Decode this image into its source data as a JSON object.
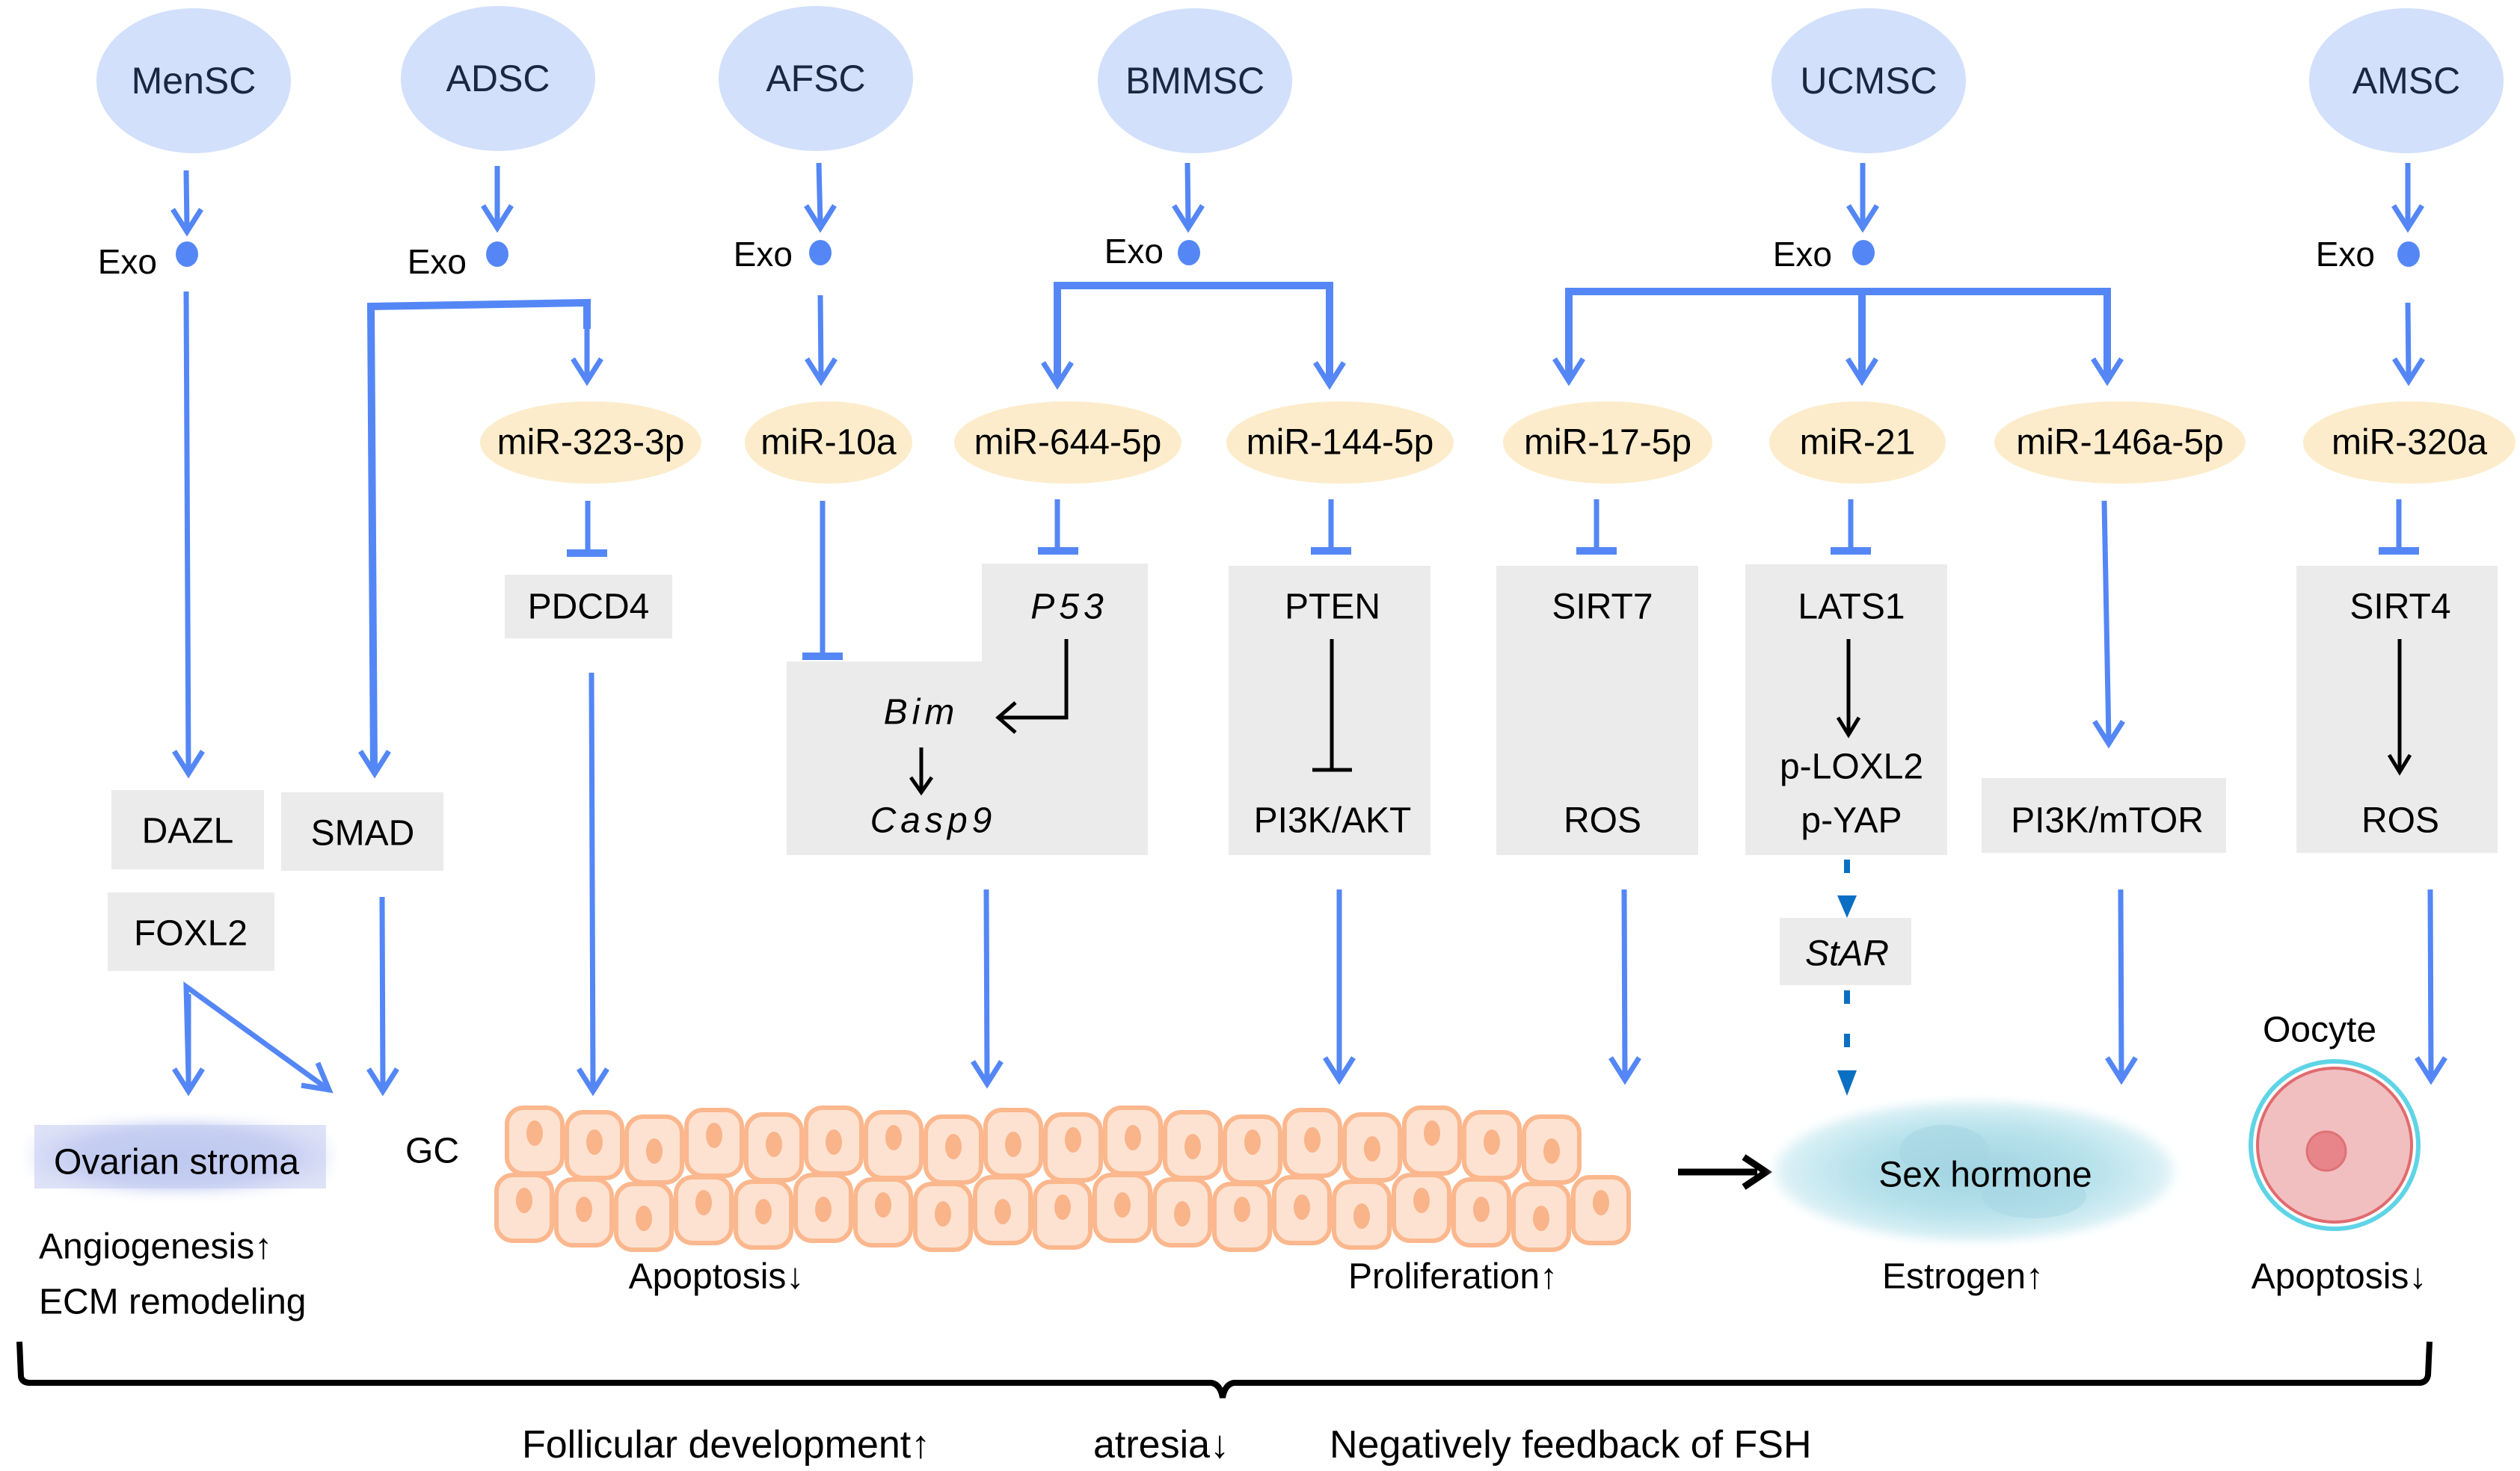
{
  "colors": {
    "source_fill": "#d2e0fb",
    "mirna_fill": "#fdeccb",
    "gene_box_fill": "#ebebeb",
    "activation_arrow": "#5487f5",
    "dashed_arrow": "#0a6fc2",
    "granulosa_cell_fill": "#fde2d1",
    "granulosa_cell_outline": "#fbb78d",
    "oocyte_fill": "#f2bfc1",
    "oocyte_outline": "#e06b6e",
    "zona_pellucida": "#5fd4e6"
  },
  "exo_label": "Exo",
  "sources": [
    {
      "id": "mensc",
      "label": "MenSC"
    },
    {
      "id": "adsc",
      "label": "ADSC"
    },
    {
      "id": "afsc",
      "label": "AFSC"
    },
    {
      "id": "bmmsc",
      "label": "BMMSC"
    },
    {
      "id": "ucmsc",
      "label": "UCMSC"
    },
    {
      "id": "amsc",
      "label": "AMSC"
    }
  ],
  "mirnas": [
    {
      "id": "mir323",
      "label": "miR-323-3p",
      "source": "ADSC",
      "effect": "inhibits"
    },
    {
      "id": "mir10a",
      "label": "miR-10a",
      "source": "AFSC",
      "effect": "inhibits"
    },
    {
      "id": "mir644",
      "label": "miR-644-5p",
      "source": "BMMSC",
      "effect": "inhibits"
    },
    {
      "id": "mir144",
      "label": "miR-144-5p",
      "source": "BMMSC",
      "effect": "inhibits"
    },
    {
      "id": "mir17",
      "label": "miR-17-5p",
      "source": "UCMSC",
      "effect": "inhibits"
    },
    {
      "id": "mir21",
      "label": "miR-21",
      "source": "UCMSC",
      "effect": "inhibits"
    },
    {
      "id": "mir146a",
      "label": "miR-146a-5p",
      "source": "UCMSC",
      "effect": "activates"
    },
    {
      "id": "mir320a",
      "label": "miR-320a",
      "source": "AMSC",
      "effect": "inhibits"
    }
  ],
  "genes": {
    "dazl": "DAZL",
    "foxl2": "FOXL2",
    "smad": "SMAD",
    "pdcd4": "PDCD4",
    "p53": "P53",
    "bim": "Bim",
    "casp9": "Casp9",
    "pten": "PTEN",
    "pi3k_akt": "PI3K/AKT",
    "sirt7": "SIRT7",
    "ros_1": "ROS",
    "lats1": "LATS1",
    "p_loxl2": "p-LOXL2",
    "p_yap": "p-YAP",
    "star": "StAR",
    "pi3k_mtor": "PI3K/mTOR",
    "sirt4": "SIRT4",
    "ros_2": "ROS"
  },
  "targets": {
    "ovarian_stroma": "Ovarian stroma",
    "gc": "GC",
    "sex_hormone": "Sex hormone",
    "oocyte": "Oocyte"
  },
  "outcomes": {
    "angiogenesis": "Angiogenesis↑",
    "ecm": "ECM remodeling",
    "gc_apoptosis": "Apoptosis↓",
    "proliferation": "Proliferation↑",
    "estrogen": "Estrogen↑",
    "oocyte_apoptosis": "Apoptosis↓"
  },
  "summary": {
    "follicular": "Follicular development↑",
    "atresia": "atresia↓",
    "fsh": "Negatively feedback of FSH"
  },
  "granulosa_layer": {
    "top_row_cells": 18,
    "bottom_row_cells": 19
  }
}
